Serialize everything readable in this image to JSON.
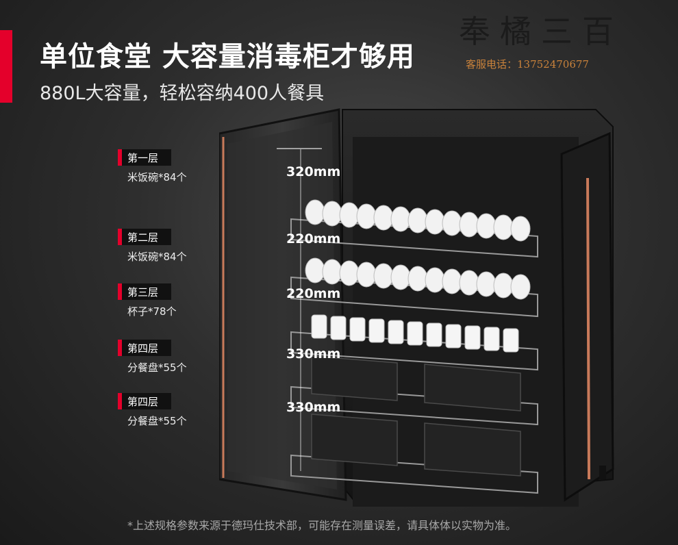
{
  "header": {
    "headline": "单位食堂 大容量消毒柜才够用",
    "subline": "880L大容量，轻松容纳400人餐具"
  },
  "brand": {
    "name": "奉橘三百",
    "hotline": "客服电话：13752470677"
  },
  "layers": [
    {
      "name": "第一层",
      "desc": "米饭碗*84个",
      "height": "320mm"
    },
    {
      "name": "第二层",
      "desc": "米饭碗*84个",
      "height": "220mm"
    },
    {
      "name": "第三层",
      "desc": "杯子*78个",
      "height": "220mm"
    },
    {
      "name": "第四层",
      "desc": "分餐盘*55个",
      "height": "330mm"
    },
    {
      "name": "第四层",
      "desc": "分餐盘*55个",
      "height": "330mm"
    }
  ],
  "footnote": "*上述规格参数来源于德玛仕技术部，可能存在测量误差，请具体体以实物为准。",
  "colors": {
    "accent": "#e4002b",
    "brand_text": "#c9823b",
    "cabinet_trim": "#c97a5a"
  }
}
